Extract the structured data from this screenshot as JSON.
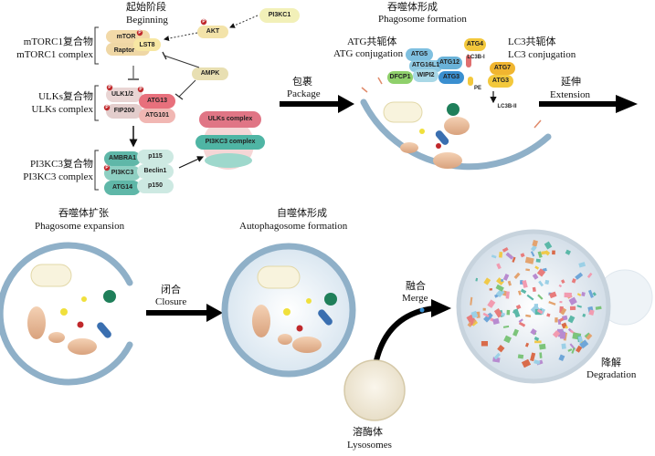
{
  "labels": {
    "beginning_cn": "起始阶段",
    "beginning_en": "Beginning",
    "mtorc1_cn": "mTORC1复合物",
    "mtorc1_en": "mTORC1 complex",
    "ulks_cn": "ULKs复合物",
    "ulks_en": "ULKs complex",
    "pi3kc3_cn": "PI3KC3复合物",
    "pi3kc3_en": "PI3KC3 complex",
    "package_cn": "包裹",
    "package_en": "Package",
    "phagosome_formation_cn": "吞噬体形成",
    "phagosome_formation_en": "Phagosome formation",
    "atg_conj_cn": "ATG共轭体",
    "atg_conj_en": "ATG conjugation",
    "lc3_conj_cn": "LC3共轭体",
    "lc3_conj_en": "LC3 conjugation",
    "extension_cn": "延伸",
    "extension_en": "Extension",
    "expansion_cn": "吞噬体扩张",
    "expansion_en": "Phagosome expansion",
    "closure_cn": "闭合",
    "closure_en": "Closure",
    "autophagosome_cn": "自噬体形成",
    "autophagosome_en": "Autophagosome formation",
    "merge_cn": "融合",
    "merge_en": "Merge",
    "lysosomes_cn": "溶酶体",
    "lysosomes_en": "Lysosomes",
    "degradation_cn": "降解",
    "degradation_en": "Degradation"
  },
  "molecules": {
    "pi3kc1": "PI3KC1",
    "akt": "AKT",
    "mtor": "mTOR",
    "raptor": "Raptor",
    "lst8": "LST8",
    "ampk": "AMPK",
    "ulk12": "ULK1/2",
    "atg13": "ATG13",
    "fip200": "FIP200",
    "atg101": "ATG101",
    "ambra1": "AMBRA1",
    "p115": "p115",
    "pi3kc3": "PI3KC3",
    "beclin1": "Beclin1",
    "atg14": "ATG14",
    "p150": "p150",
    "ulks_complex": "ULKs complex",
    "pi3kc3_complex": "PI3KC3 complex",
    "p_mark": "P",
    "atg5": "ATG5",
    "atg16l1": "ATG16L1",
    "atg12": "ATG12",
    "dfcp1": "DFCP1",
    "wipi2": "WIPI2",
    "atg3_left": "ATG3",
    "atg4": "ATG4",
    "lc3b1": "LC3B-I",
    "pe": "PE",
    "atg7": "ATG7",
    "atg3_right": "ATG3",
    "lc3b2": "LC3B-II"
  },
  "colors": {
    "membrane": "#8fb0c8",
    "arrow": "#000000",
    "lysosome": "#f1ead9",
    "phospho": "#c0282b"
  }
}
